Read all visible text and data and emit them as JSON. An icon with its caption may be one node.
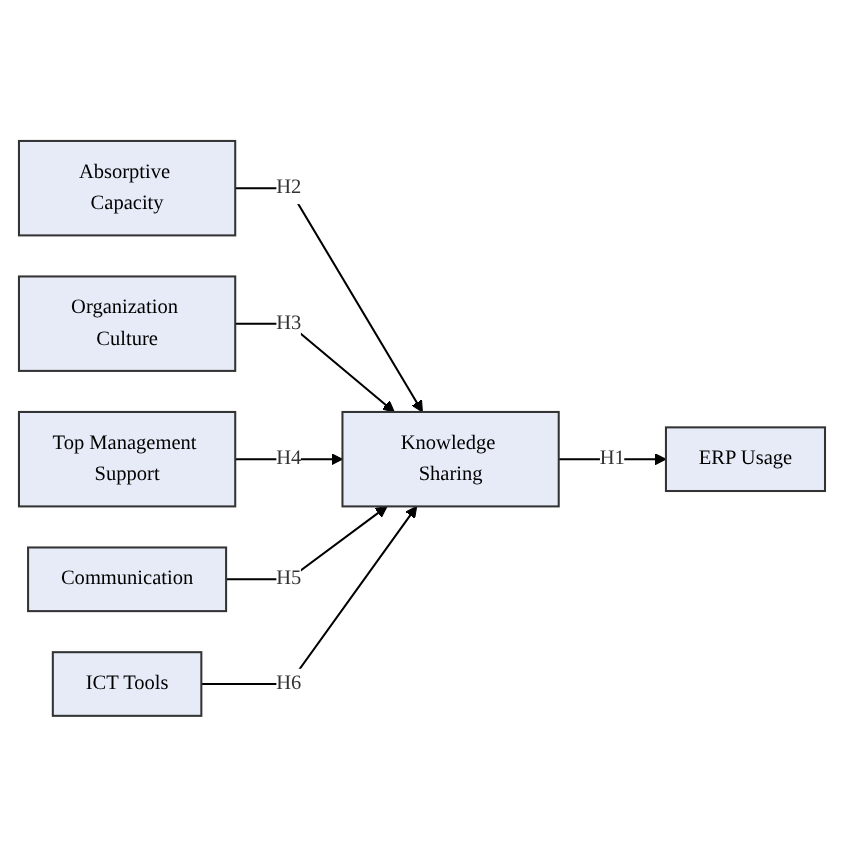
{
  "diagram": {
    "nodes": [
      {
        "text": [
          "Absorptive Capacity"
        ]
      },
      {
        "text": [
          "Organization Culture"
        ]
      },
      {
        "text": [
          "Top Management Support"
        ]
      },
      {
        "text": [
          "Communication"
        ]
      },
      {
        "text": [
          "ICT Tools"
        ]
      },
      {
        "text": [
          "Knowledge Sharing"
        ]
      },
      {
        "text": [
          "ERP Usage"
        ]
      }
    ],
    "edges": [
      {
        "from": 0,
        "to": 5,
        "arrow": "to",
        "label": "H2"
      },
      {
        "from": 1,
        "to": 5,
        "arrow": "to",
        "label": "H3"
      },
      {
        "from": 2,
        "to": 5,
        "arrow": "to",
        "label": "H4"
      },
      {
        "from": 3,
        "to": 5,
        "arrow": "to",
        "label": "H5"
      },
      {
        "from": 4,
        "to": 5,
        "arrow": "to",
        "label": "H6"
      },
      {
        "from": 5,
        "to": 6,
        "arrow": "to",
        "label": "H1"
      }
    ]
  }
}
